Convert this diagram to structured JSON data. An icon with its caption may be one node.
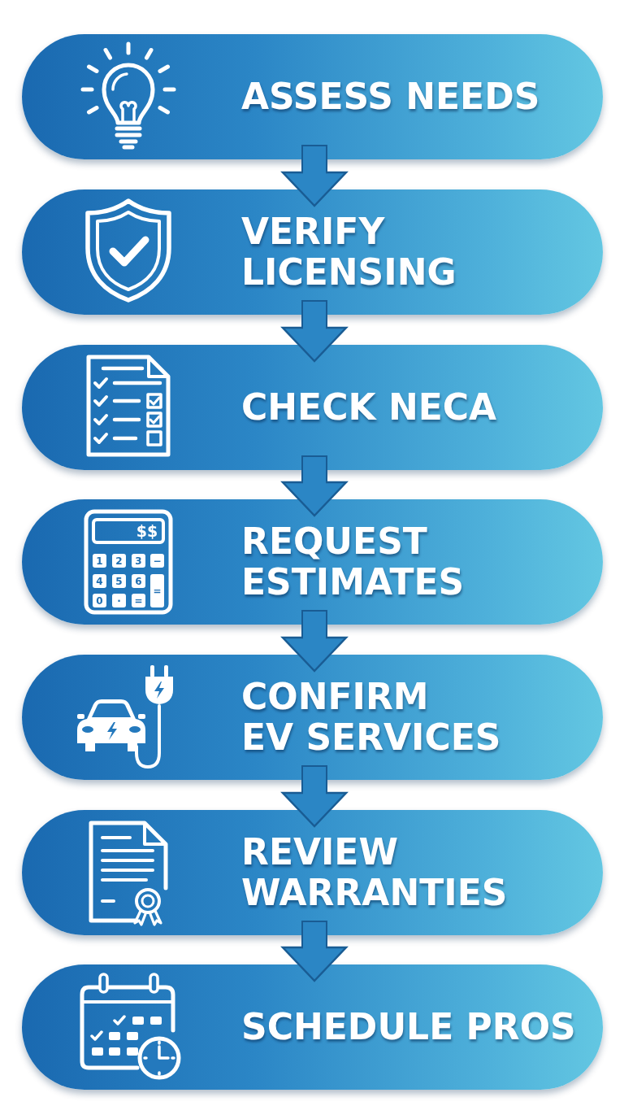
{
  "diagram": {
    "nodes": [
      {
        "text": [
          "ASSESS NEEDS"
        ]
      },
      {
        "text": [
          "VERIFY LICENSING"
        ]
      },
      {
        "text": [
          "CHECK NECA"
        ]
      },
      {
        "text": [
          "REQUEST ESTIMATES"
        ]
      },
      {
        "text": [
          "CONFIRM EV SERVICES"
        ]
      },
      {
        "text": [
          "REVIEW WARRANTIES"
        ]
      },
      {
        "text": [
          "SCHEDULE PROS"
        ]
      }
    ],
    "edges": [
      {
        "from": 0,
        "to": 1,
        "arrow": "to"
      },
      {
        "from": 1,
        "to": 2,
        "arrow": "to"
      },
      {
        "from": 2,
        "to": 3,
        "arrow": "to"
      },
      {
        "from": 3,
        "to": 4,
        "arrow": "to"
      },
      {
        "from": 4,
        "to": 5,
        "arrow": "to"
      },
      {
        "from": 5,
        "to": 6,
        "arrow": "to"
      }
    ],
    "labels": [
      "$$",
      "1",
      "2",
      "3",
      "−",
      "4",
      "5",
      "6",
      "=",
      "0",
      "·",
      "="
    ]
  }
}
